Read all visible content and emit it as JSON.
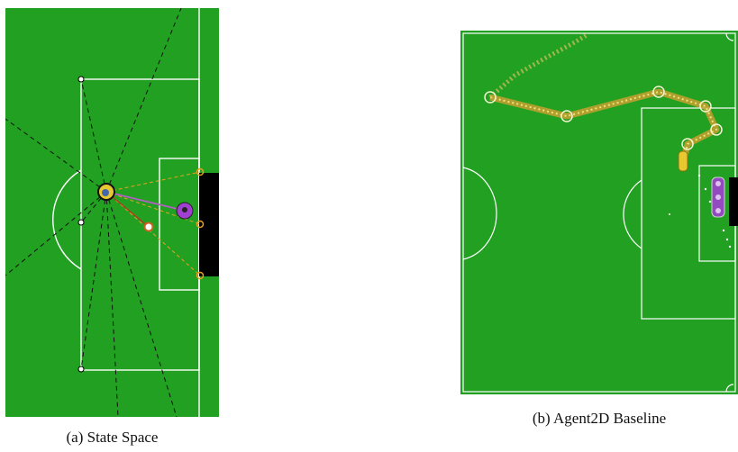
{
  "figures": [
    {
      "id": "a",
      "caption": "(a) State Space"
    },
    {
      "id": "b",
      "caption": "(b) Agent2D Baseline"
    }
  ],
  "colors": {
    "pitch": "#22a022",
    "lines": "#ffffff",
    "goal": "#000000",
    "agent": "#e8c830",
    "goalkeeper": "#a040d0",
    "opponent_marker": "#cc6020",
    "dashed_rays": "#111111",
    "goal_targets": "#e8a020"
  },
  "icons": {
    "agent_marker": "agent-player-icon",
    "goalkeeper_marker": "goalkeeper-icon",
    "trajectory": "ball-trajectory-icon"
  }
}
